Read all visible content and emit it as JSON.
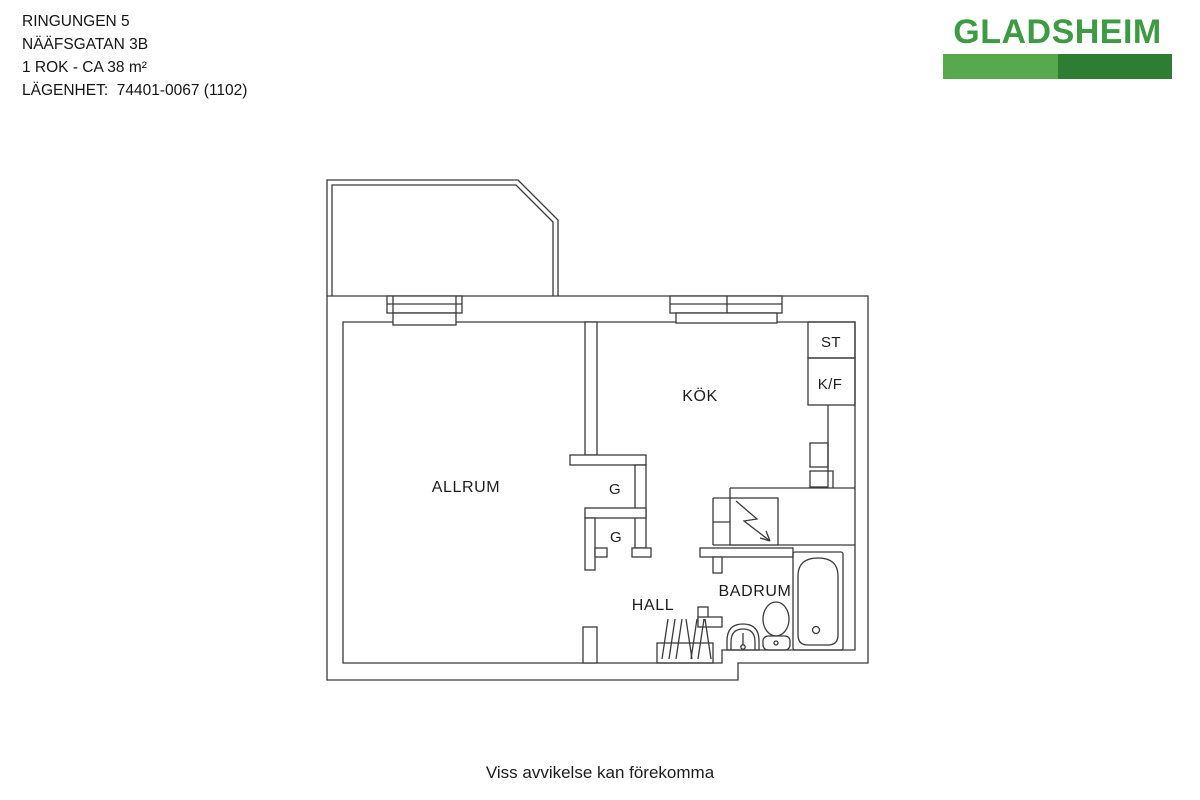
{
  "header": {
    "building": "RINGUNGEN 5",
    "address": "NÄÄFSGATAN 3B",
    "size": "1 ROK - CA 38 m²",
    "apartment_id": "LÄGENHET:  74401-0067 (1102)"
  },
  "logo": {
    "name": "GLADSHEIM",
    "colors": {
      "text_green": "#3d9b43",
      "bar_left_green": "#58a84e",
      "bar_right_green": "#2e7d33"
    }
  },
  "floorplan": {
    "line_color": "#3a3a3a",
    "rooms": {
      "allrum": "ALLRUM",
      "kok": "KÖK",
      "hall": "HALL",
      "badrum": "BADRUM",
      "st": "ST",
      "kf": "K/F",
      "g_upper": "G",
      "g_lower": "G"
    },
    "fixtures": {
      "stove_icon": "lightning-stove",
      "bathtub_icon": "bathtub",
      "toilet_icon": "toilet",
      "sink_icon": "washbasin",
      "coat_rack_icon": "coat-rack-hangers",
      "balcony": "balcony-outline",
      "windows": "window-symbols"
    }
  },
  "footer": {
    "disclaimer": "Viss avvikelse kan förekomma"
  }
}
